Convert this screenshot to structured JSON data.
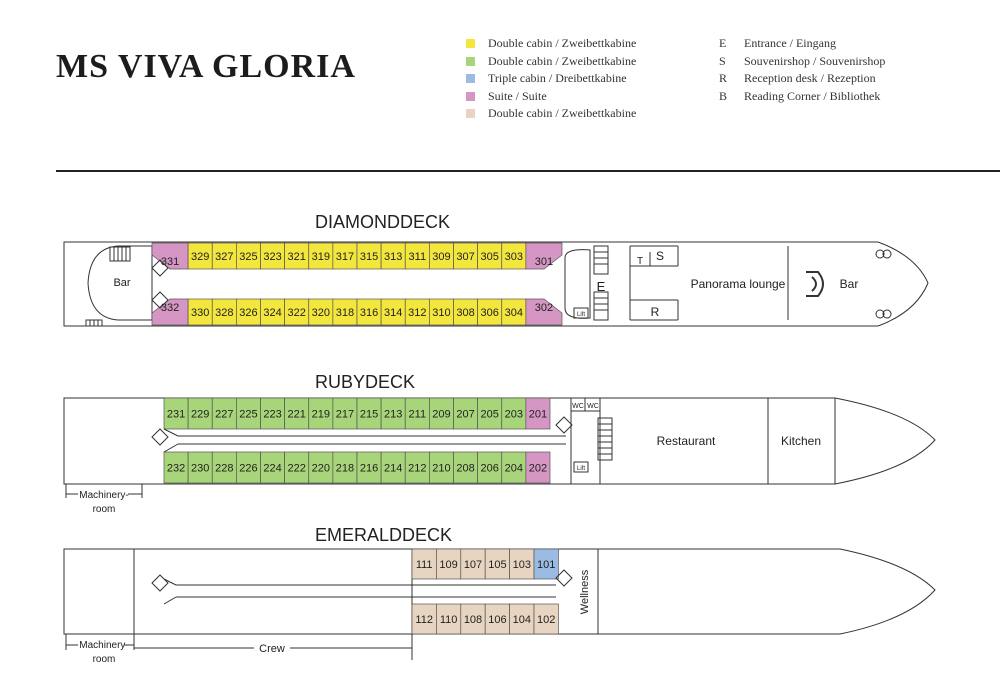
{
  "title": "MS VIVA GLORIA",
  "colors": {
    "double_yellow": "#f3e63d",
    "double_green": "#a8d47a",
    "triple_blue": "#9bbbe3",
    "suite_pink": "#d596c4",
    "double_beige": "#e7d5c2"
  },
  "legend_cabins": [
    {
      "label": "Double cabin / Zweibettkabine",
      "color": "#f3e63d"
    },
    {
      "label": "Double cabin / Zweibettkabine",
      "color": "#a8d47a"
    },
    {
      "label": "Triple cabin / Dreibettkabine",
      "color": "#9bbbe3"
    },
    {
      "label": "Suite / Suite",
      "color": "#d596c4"
    },
    {
      "label": "Double cabin / Zweibettkabine",
      "color": "#e7d5c2"
    }
  ],
  "legend_keys": [
    {
      "key": "E",
      "label": "Entrance / Eingang"
    },
    {
      "key": "S",
      "label": "Souvenirshop / Souvenirshop"
    },
    {
      "key": "R",
      "label": "Reception desk / Rezeption"
    },
    {
      "key": "B",
      "label": "Reading Corner / Bibliothek"
    }
  ],
  "decks": {
    "diamond": {
      "name": "DIAMONDDECK",
      "top_cabins": [
        "331",
        "329",
        "327",
        "325",
        "323",
        "321",
        "319",
        "317",
        "315",
        "313",
        "311",
        "309",
        "307",
        "305",
        "303",
        "301"
      ],
      "bottom_cabins": [
        "332",
        "330",
        "328",
        "326",
        "324",
        "322",
        "320",
        "318",
        "316",
        "314",
        "312",
        "310",
        "308",
        "306",
        "304",
        "302"
      ],
      "labels": {
        "bar_aft": "Bar",
        "entrance": "E",
        "t": "T",
        "s": "S",
        "r": "R",
        "lift": "Lift",
        "panorama": "Panorama lounge",
        "bar_fore": "Bar"
      }
    },
    "ruby": {
      "name": "RUBYDECK",
      "top_cabins": [
        "231",
        "229",
        "227",
        "225",
        "223",
        "221",
        "219",
        "217",
        "215",
        "213",
        "211",
        "209",
        "207",
        "205",
        "203",
        "201"
      ],
      "bottom_cabins": [
        "232",
        "230",
        "228",
        "226",
        "224",
        "222",
        "220",
        "218",
        "216",
        "214",
        "212",
        "210",
        "208",
        "206",
        "204",
        "202"
      ],
      "labels": {
        "wc1": "WC",
        "wc2": "WC",
        "lift": "Lift",
        "restaurant": "Restaurant",
        "kitchen": "Kitchen",
        "machinery1": "Machinery-",
        "machinery2": "room"
      }
    },
    "emerald": {
      "name": "EMERALDDECK",
      "top_cabins": [
        "111",
        "109",
        "107",
        "105",
        "103",
        "101"
      ],
      "bottom_cabins": [
        "112",
        "110",
        "108",
        "106",
        "104",
        "102"
      ],
      "labels": {
        "wellness": "Wellness",
        "crew": "Crew",
        "machinery1": "Machinery-",
        "machinery2": "room"
      }
    }
  }
}
